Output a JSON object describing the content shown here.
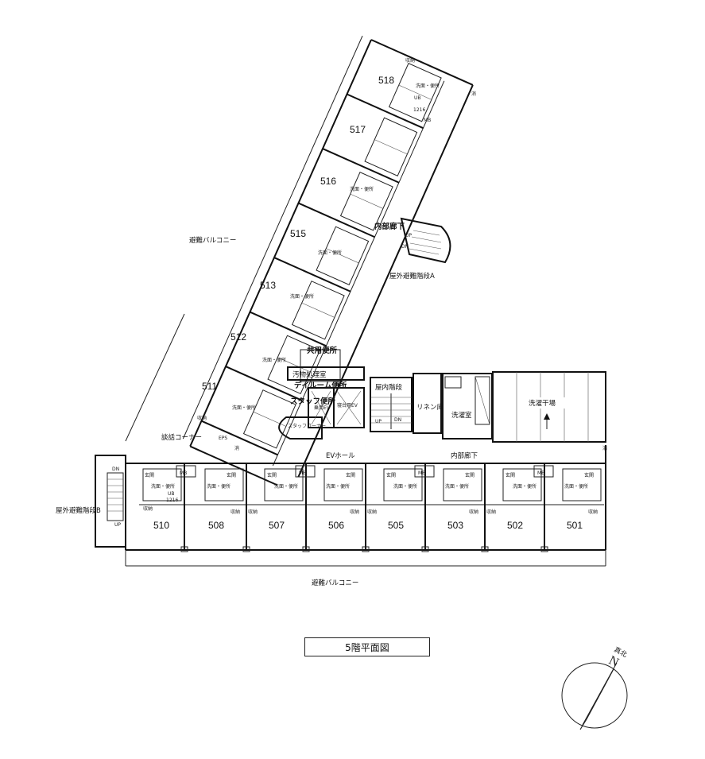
{
  "plan_title": "5階平面図",
  "north_label": "真北",
  "north_letter": "N",
  "wing_rooms": [
    "518",
    "517",
    "516",
    "515",
    "513",
    "512",
    "511"
  ],
  "main_rooms": [
    "510",
    "508",
    "507",
    "506",
    "505",
    "503",
    "502",
    "501"
  ],
  "labels": {
    "balcony_wing": "避難バルコニー",
    "balcony_main": "避難バルコニー",
    "stair_a": "屋外避難階段A",
    "stair_b": "屋外避難階段B",
    "inner_corridor_wing": "内部廊下",
    "inner_corridor_main": "内部廊下",
    "shared_toilet": "共用便所",
    "waste_room": "汚物処理室",
    "staff_toilet": "スタッフ便所",
    "staff_corner": "スタッフコーナー",
    "dayroom_toilet": "デイルーム便所",
    "ev_passenger": "乗用EV",
    "ev_bed": "寝台用EV",
    "indoor_stair": "屋内階段",
    "linen": "リネン庫",
    "laundry": "洗濯室",
    "drying": "洗濯干場",
    "ev_hall": "EVホール",
    "talk_corner": "談話コーナー",
    "eps": "EPS",
    "up": "UP",
    "dn": "DN",
    "entrance": "玄関",
    "wash_toilet": "洗面・便所",
    "storage": "収納",
    "ub": "UB",
    "ub_size": "1216",
    "mb": "MB",
    "fire_ext": "消"
  }
}
